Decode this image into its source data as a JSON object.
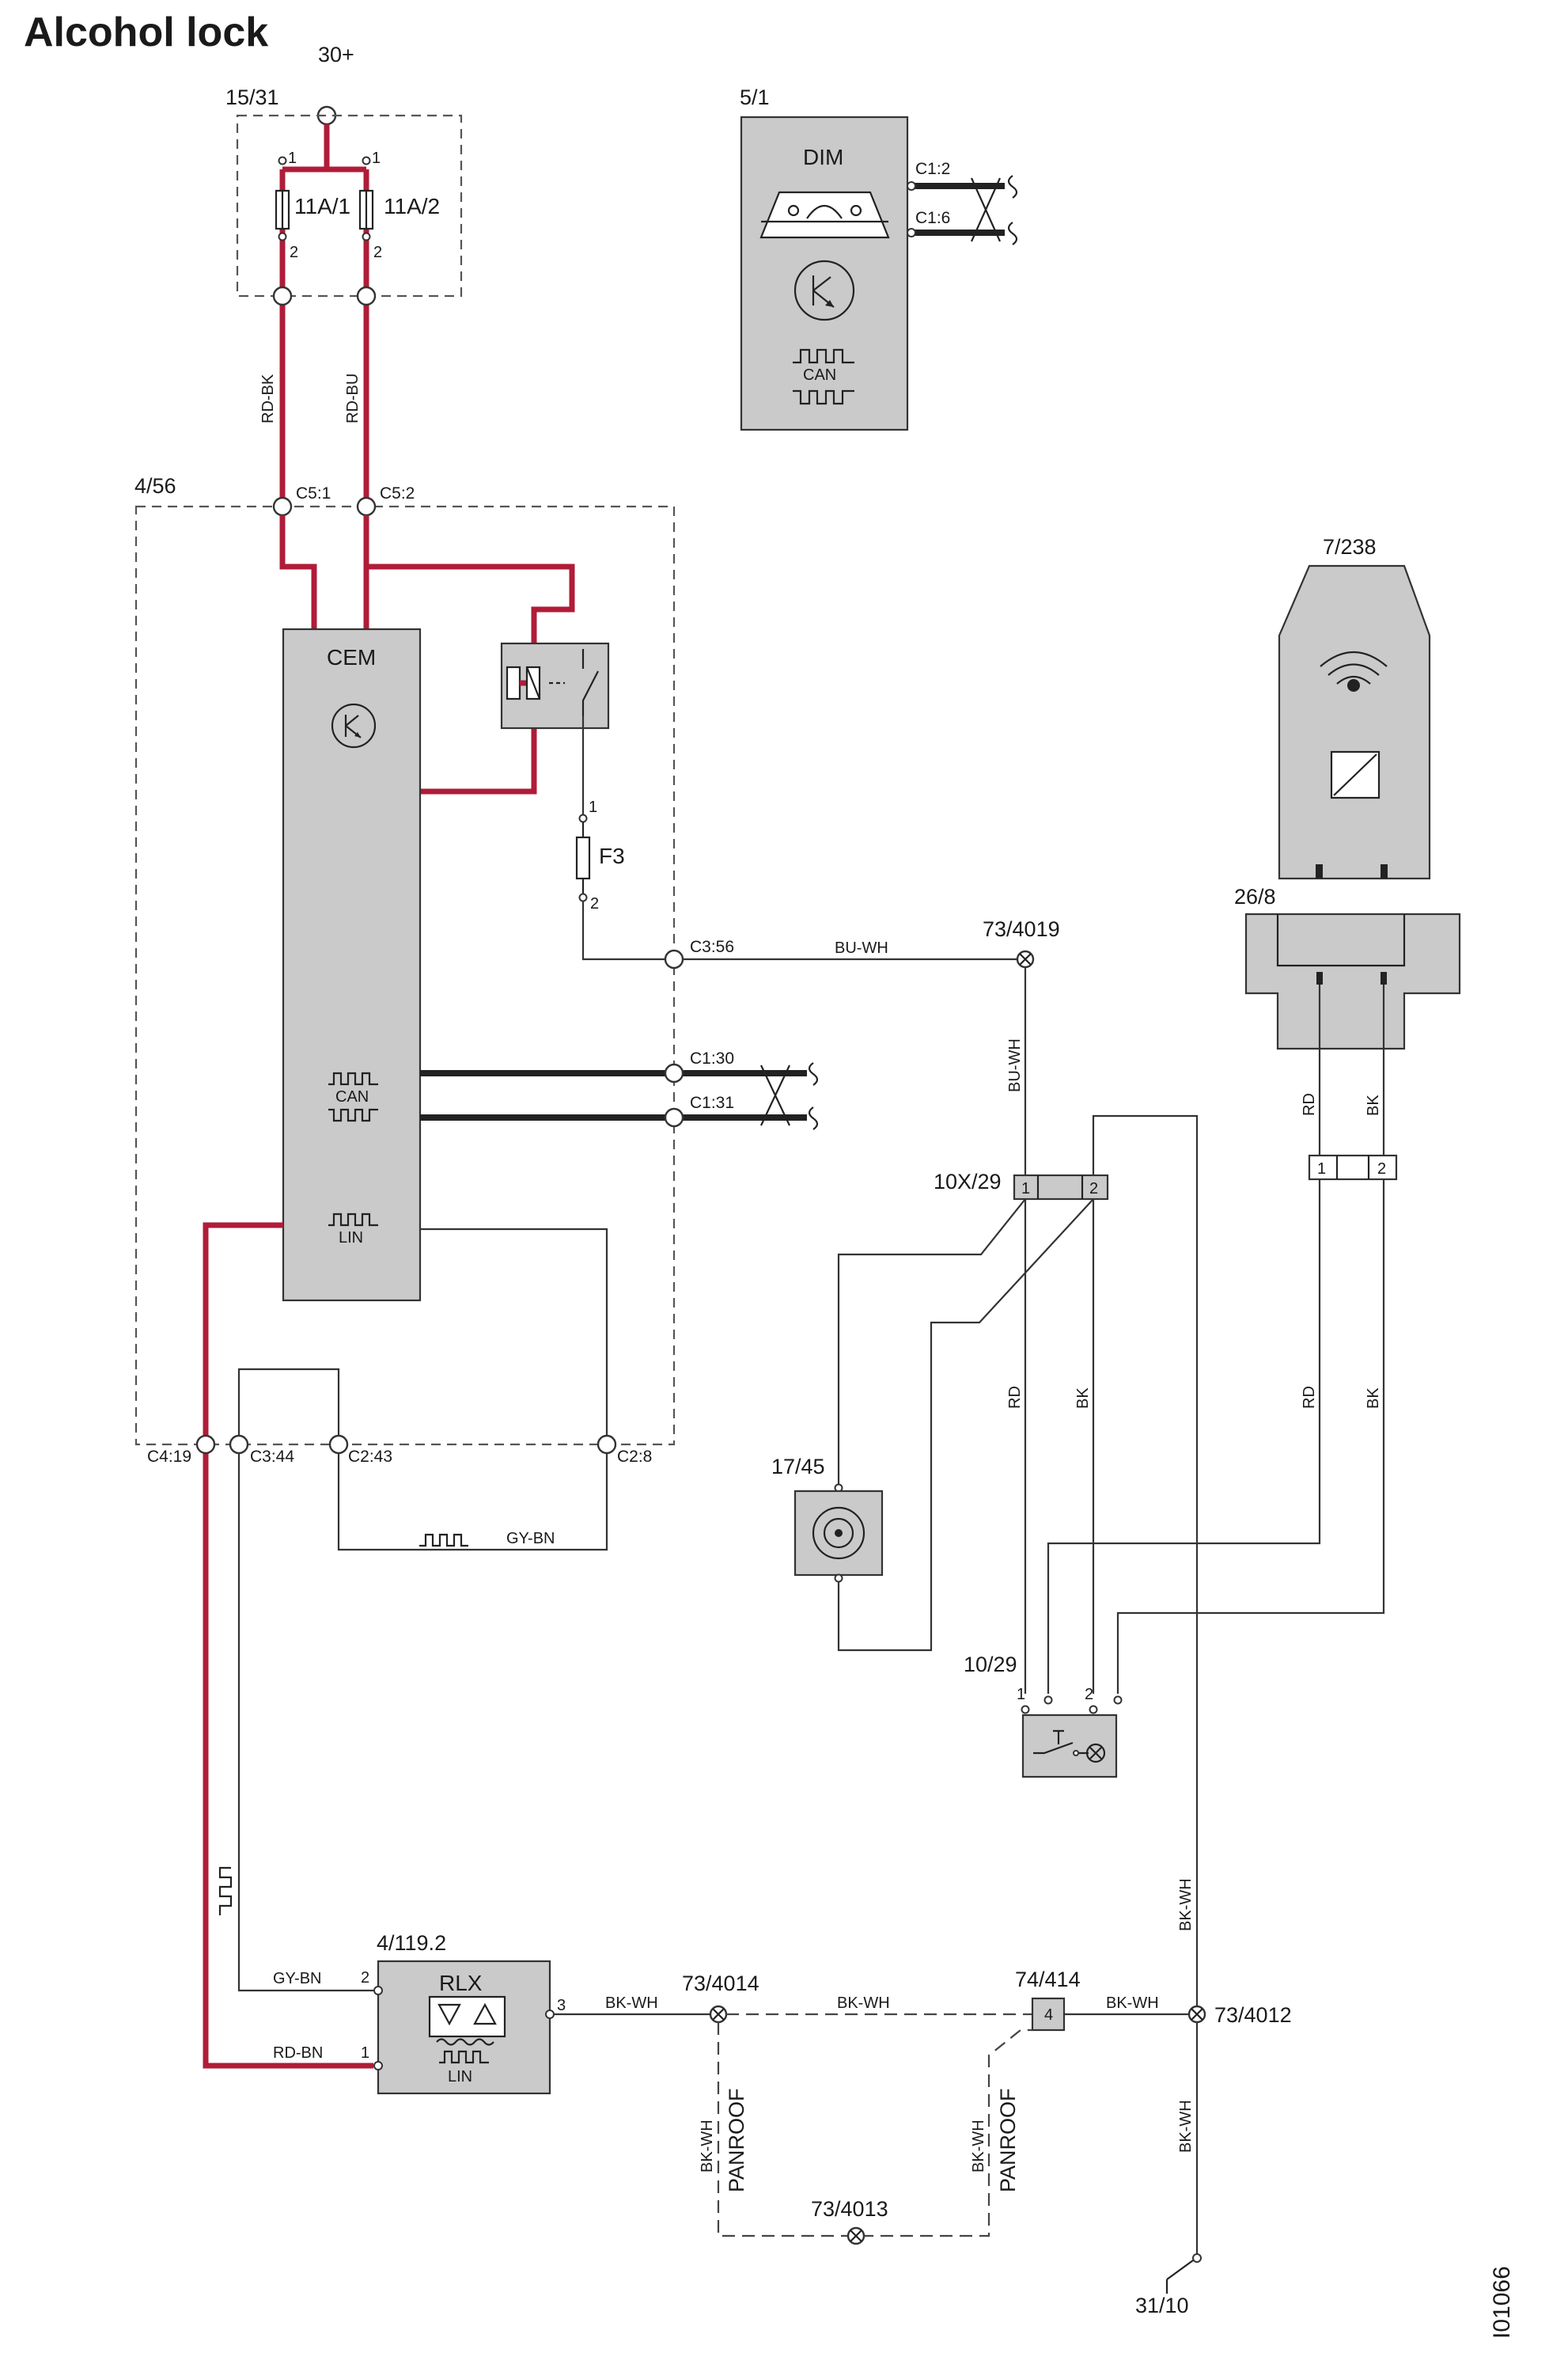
{
  "title": "Alcohol lock",
  "document_id": "I01066",
  "supply": {
    "label": "30+"
  },
  "ground": {
    "label": "31/10"
  },
  "fuse_box": {
    "ref": "15/31",
    "fuses": [
      {
        "name": "11A/1",
        "pin_top": "1",
        "pin_bottom": "2"
      },
      {
        "name": "11A/2",
        "pin_top": "1",
        "pin_bottom": "2"
      }
    ]
  },
  "dim": {
    "ref": "5/1",
    "name": "DIM",
    "connectors": [
      "C1:2",
      "C1:6"
    ],
    "can_label": "CAN"
  },
  "cem_module": {
    "ref": "4/56",
    "name": "CEM",
    "can_label": "CAN",
    "lin_label": "LIN",
    "fuse": {
      "name": "F3",
      "pin_top": "1",
      "pin_bottom": "2"
    },
    "connectors": {
      "c5_1": "C5:1",
      "c5_2": "C5:2",
      "c3_56": "C3:56",
      "c1_30": "C1:30",
      "c1_31": "C1:31",
      "c4_19": "C4:19",
      "c3_44": "C3:44",
      "c2_43": "C2:43",
      "c2_8": "C2:8"
    }
  },
  "wires": {
    "rd_bk": "RD-BK",
    "rd_bu": "RD-BU",
    "bu_wh_h": "BU-WH",
    "bu_wh_v": "BU-WH",
    "gy_bn_bottom": "GY-BN",
    "gy_bn_rlx": "GY-BN",
    "rd_bn_rlx": "RD-BN",
    "bk_wh_rlx": "BK-WH",
    "bk_wh_mid": "BK-WH",
    "bk_wh_right": "BK-WH",
    "bk_wh_v_upper": "BK-WH",
    "bk_wh_v_lower": "BK-WH",
    "bk_wh_pan_left": "BK-WH",
    "bk_wh_pan_right": "BK-WH",
    "rd_upper": "RD",
    "bk_upper": "BK",
    "rd_lower_right": "RD",
    "bk_lower_right": "BK",
    "rd_lower_mid": "RD",
    "bk_lower_mid": "BK"
  },
  "panroof": {
    "left": "PANROOF",
    "right": "PANROOF"
  },
  "reader": {
    "ref": "7/238"
  },
  "reader_connector": {
    "ref": "26/8",
    "pin1": "1",
    "pin2": "2"
  },
  "connector_10x29": {
    "ref": "10X/29",
    "pin1": "1",
    "pin2": "2"
  },
  "socket_17_45": {
    "ref": "17/45"
  },
  "switch_10_29": {
    "ref": "10/29",
    "pin1": "1",
    "pin2": "2"
  },
  "rlx": {
    "ref": "4/119.2",
    "name": "RLX",
    "lin_label": "LIN",
    "pin1": "1",
    "pin2": "2",
    "pin3": "3"
  },
  "splices": {
    "s4019": "73/4019",
    "s4014": "73/4014",
    "s4013": "73/4013",
    "s4012": "73/4012"
  },
  "connector_74_414": {
    "ref": "74/414",
    "pin": "4"
  }
}
